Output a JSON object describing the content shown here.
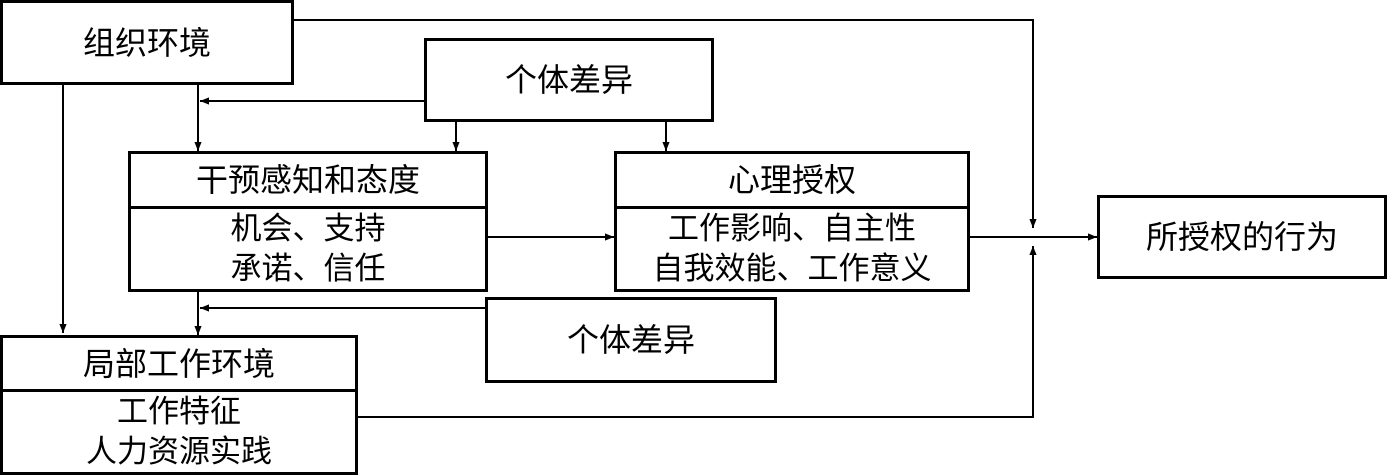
{
  "nodes": {
    "org_env": {
      "title": "组织环境"
    },
    "indiv_diff_top": {
      "title": "个体差异"
    },
    "intervention": {
      "title": "干预感知和态度",
      "lines": [
        "机会、支持",
        "承诺、信任"
      ]
    },
    "psych_empowerment": {
      "title": "心理授权",
      "lines": [
        "工作影响、自主性",
        "自我效能、工作意义"
      ]
    },
    "indiv_diff_mid": {
      "title": "个体差异"
    },
    "local_env": {
      "title": "局部工作环境",
      "lines": [
        "工作特征",
        "人力资源实践"
      ]
    },
    "empowered_behavior": {
      "title": "所授权的行为"
    }
  },
  "colors": {
    "stroke": "#000000",
    "background": "#ffffff"
  }
}
